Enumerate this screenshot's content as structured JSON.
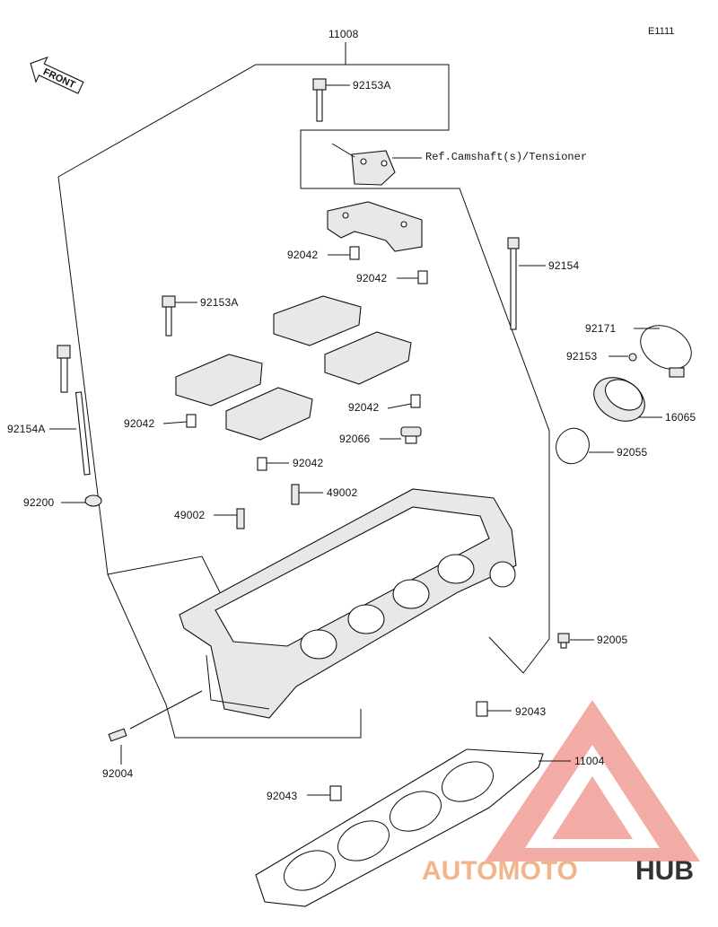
{
  "diagram_code": "E1111",
  "reference_note": "Ref.Camshaft(s)/Tensioner",
  "front_label": "FRONT",
  "parts": {
    "p11008": "11008",
    "p92153A_top": "92153A",
    "p92153A_left": "92153A",
    "p92042_a": "92042",
    "p92042_b": "92042",
    "p92042_c": "92042",
    "p92042_d": "92042",
    "p92042_e": "92042",
    "p92154": "92154",
    "p92154A": "92154A",
    "p92171": "92171",
    "p92153": "92153",
    "p16065": "16065",
    "p92066": "92066",
    "p92055": "92055",
    "p92200": "92200",
    "p49002_a": "49002",
    "p49002_b": "49002",
    "p92005": "92005",
    "p92043_a": "92043",
    "p92043_b": "92043",
    "p92004": "92004",
    "p11004": "11004"
  },
  "watermark": {
    "part1": "AUTOMOTO",
    "part2": "HUB",
    "color": "#e05a4e"
  }
}
